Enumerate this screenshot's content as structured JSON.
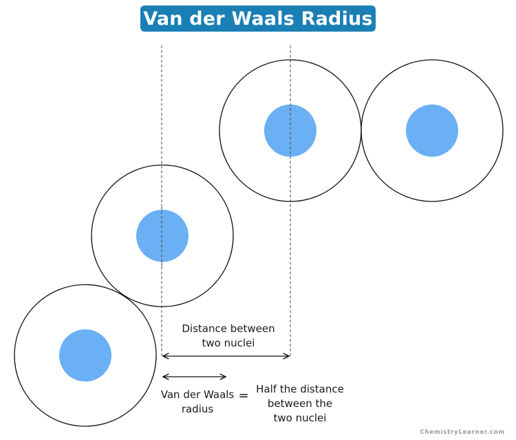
{
  "title": "Van der Waals Radius",
  "labels": {
    "distance_line1": "Distance between",
    "distance_line2": "two nuclei",
    "radius_line1": "Van der Waals",
    "radius_line2": "radius",
    "equals": "=",
    "half_line1": "Half the distance",
    "half_line2": "between the",
    "half_line3": "two nuclei"
  },
  "watermark": "ChemistryLearner.com",
  "colors": {
    "title_background": "#1a7fb5",
    "title_text": "#ffffff",
    "nucleus": "#6bb0f5",
    "atom_outline": "#111111",
    "guide_line": "#444444"
  }
}
